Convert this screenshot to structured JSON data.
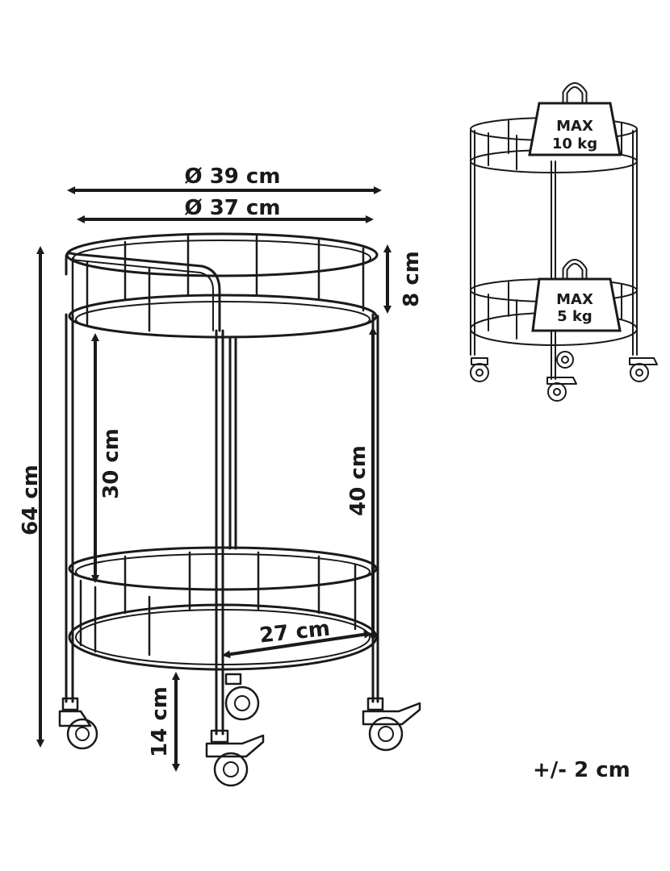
{
  "dimensions": {
    "outer_diameter": "Ø 39 cm",
    "inner_diameter": "Ø 37 cm",
    "rail_height": "8 cm",
    "total_height": "64 cm",
    "shelf_gap": "30 cm",
    "top_shelf_height": "40 cm",
    "bottom_shelf_diameter": "27 cm",
    "floor_clearance": "14 cm"
  },
  "load_limits": {
    "top_shelf": {
      "line1": "MAX",
      "line2": "10 kg"
    },
    "bottom_shelf": {
      "line1": "MAX",
      "line2": "5 kg"
    }
  },
  "tolerance": "+/- 2 cm"
}
